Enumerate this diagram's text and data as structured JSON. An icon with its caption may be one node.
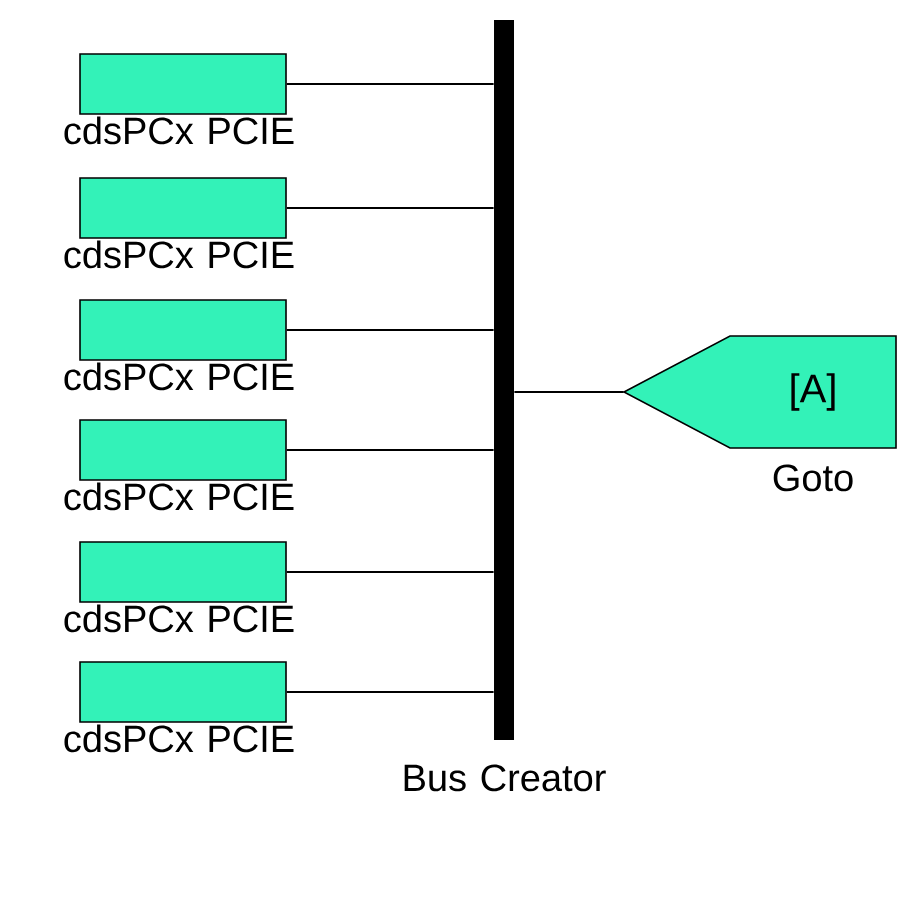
{
  "diagram": {
    "nodes": [
      {
        "text": [],
        "shape": "box",
        "beside": [
          "cdsPCx PCIE"
        ]
      },
      {
        "text": [],
        "shape": "box",
        "beside": [
          "cdsPCx PCIE"
        ]
      },
      {
        "text": [],
        "shape": "box",
        "beside": [
          "cdsPCx PCIE"
        ]
      },
      {
        "text": [],
        "shape": "box",
        "beside": [
          "cdsPCx PCIE"
        ]
      },
      {
        "text": [],
        "shape": "box",
        "beside": [
          "cdsPCx PCIE"
        ]
      },
      {
        "text": [],
        "shape": "box",
        "beside": [
          "cdsPCx PCIE"
        ]
      },
      {
        "text": [],
        "shape": "bar",
        "beside": [
          "Bus Creator"
        ]
      },
      {
        "text": [
          "[A]"
        ],
        "beside": [
          "Goto"
        ]
      }
    ],
    "edges": [
      {
        "from": 0,
        "to": 6,
        "arrow": "none"
      },
      {
        "from": 1,
        "to": 6,
        "arrow": "none"
      },
      {
        "from": 2,
        "to": 6,
        "arrow": "none"
      },
      {
        "from": 3,
        "to": 6,
        "arrow": "none"
      },
      {
        "from": 4,
        "to": 6,
        "arrow": "none"
      },
      {
        "from": 5,
        "to": 6,
        "arrow": "none"
      },
      {
        "from": 6,
        "to": 7,
        "arrow": "none"
      }
    ]
  }
}
